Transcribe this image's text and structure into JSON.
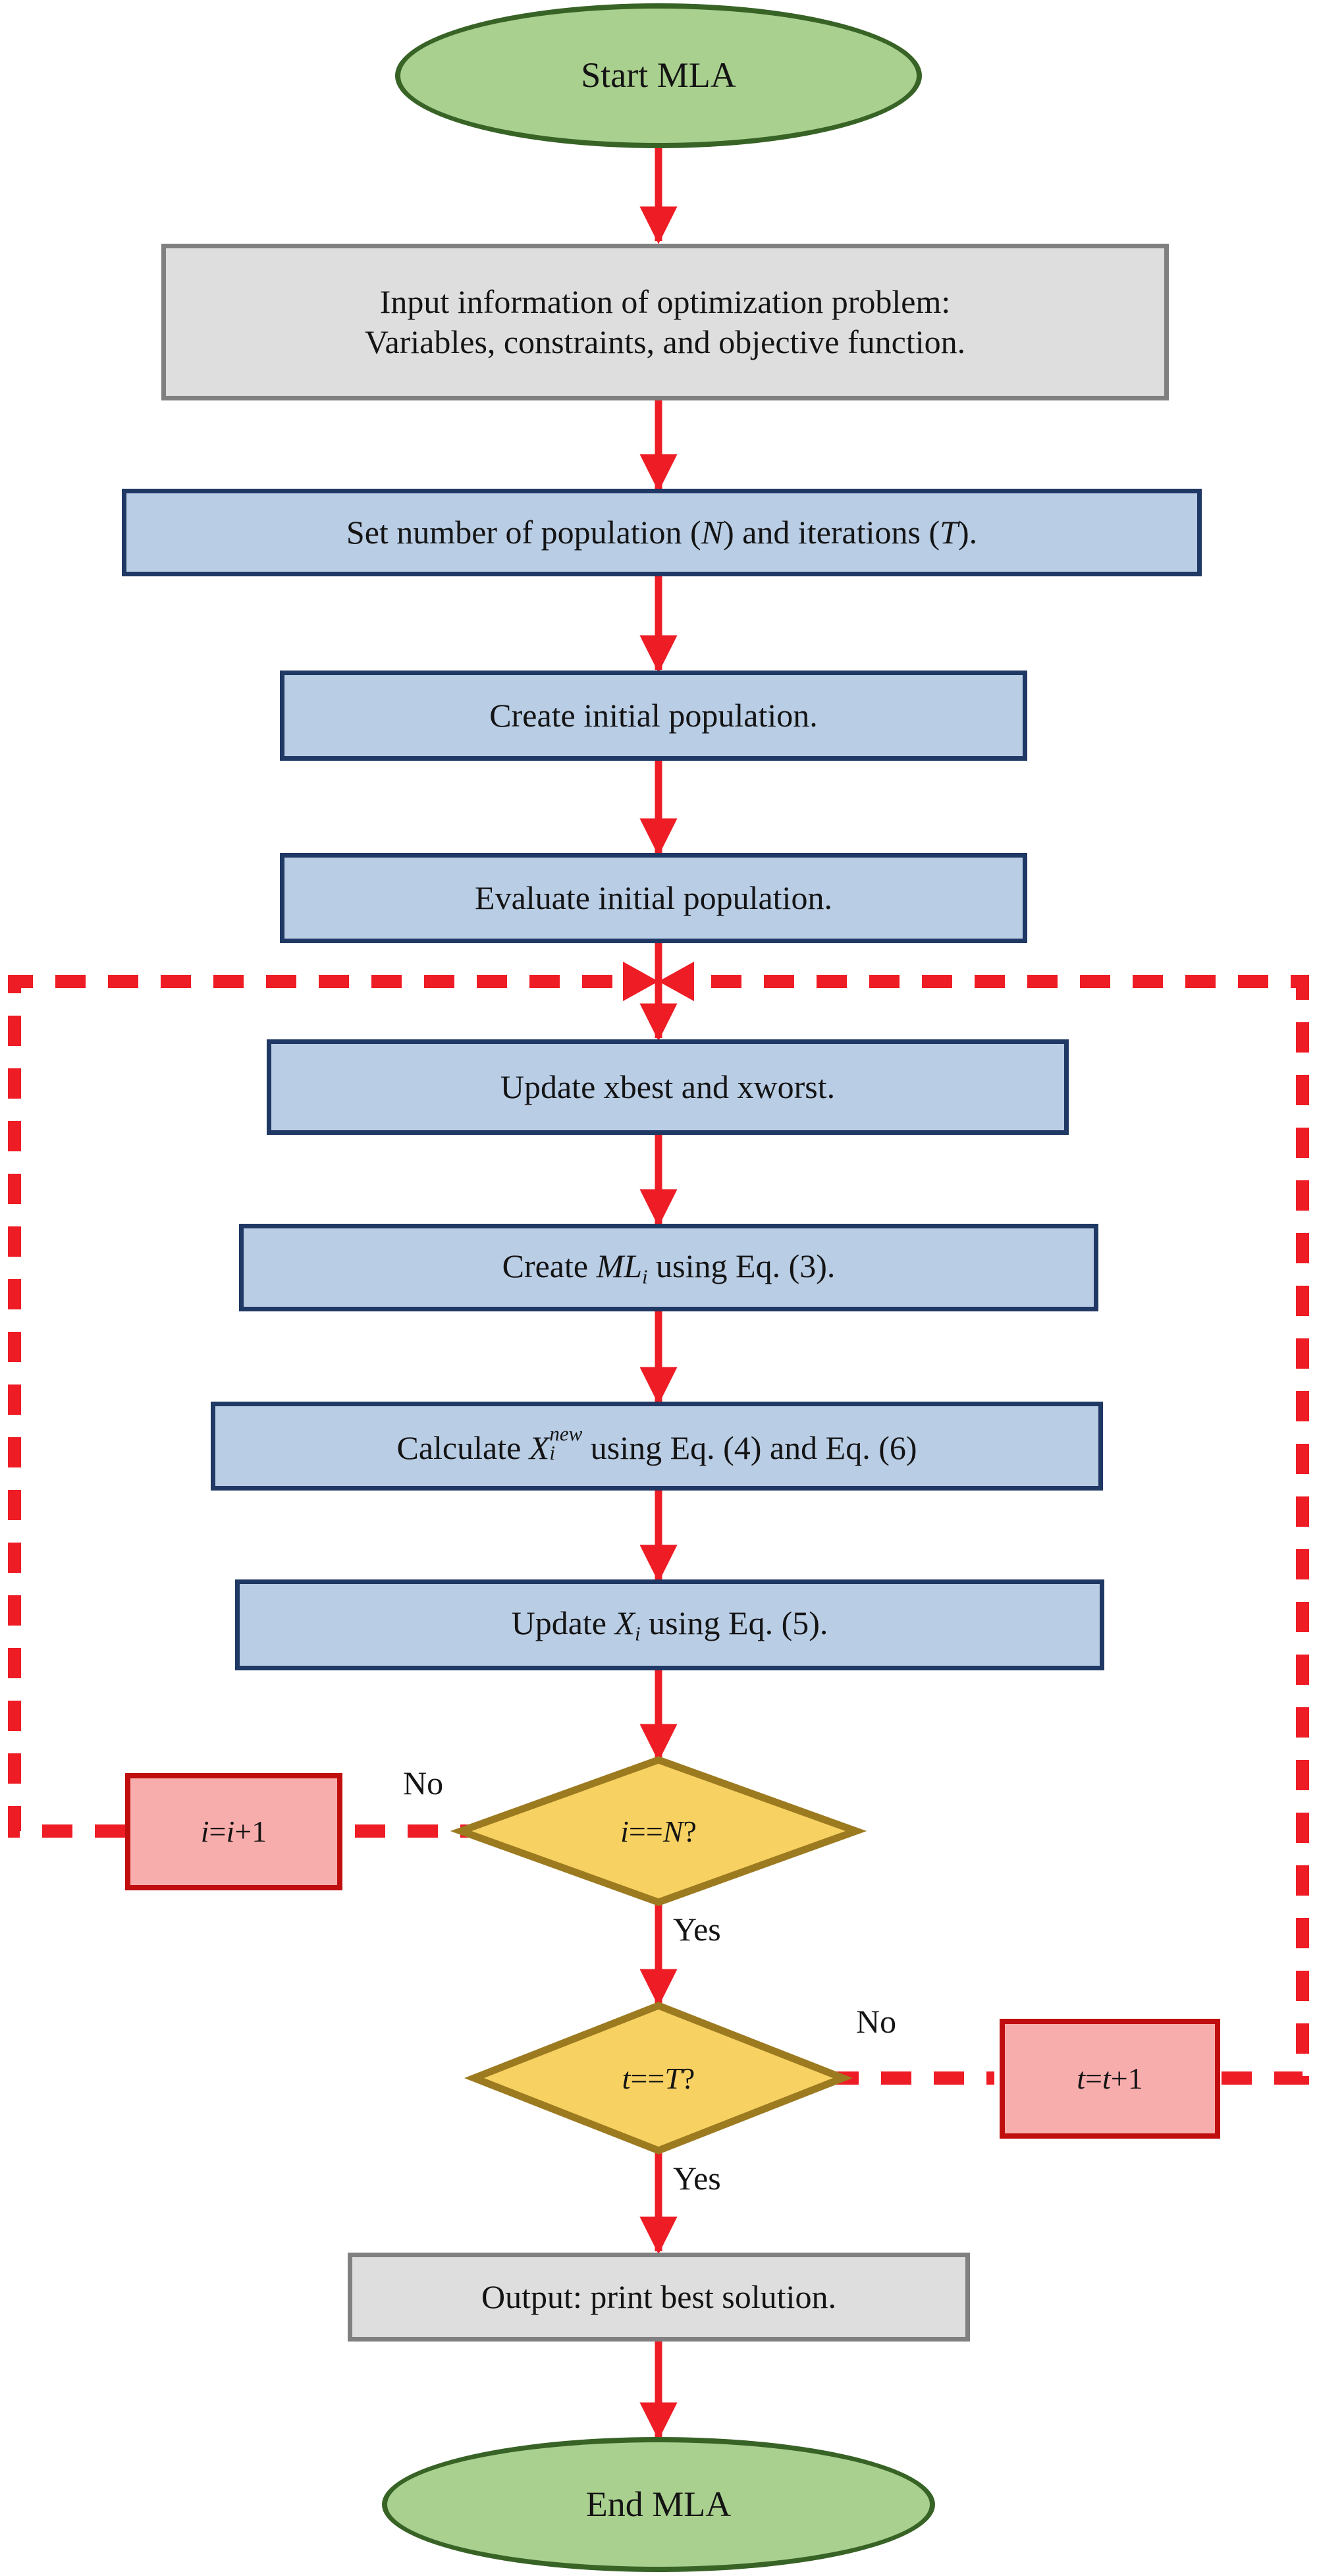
{
  "diagram": {
    "title": "MLA algorithm flowchart",
    "type": "flowchart"
  },
  "colors": {
    "arrow_red": "#EE1C25",
    "loop_dashed_red": "#EE1C25",
    "terminator_fill": "#A9D08E",
    "terminator_border": "#386326",
    "process_fill": "#B9CDE5",
    "process_border": "#1F3864",
    "io_fill": "#DEDEDE",
    "io_border": "#808080",
    "decision_fill": "#F7D263",
    "decision_border": "#9C7A1F",
    "increment_fill": "#F8ADAD",
    "increment_border": "#C00E0E",
    "text": "#141414",
    "background": "#FFFFFF"
  },
  "nodes": {
    "start": {
      "label": "Start MLA",
      "shape": "ellipse"
    },
    "input": {
      "label_line1": "Input information of optimization problem:",
      "label_line2": "Variables, constraints, and objective function.",
      "shape": "rect-io"
    },
    "set_np": {
      "label_pre": "Set number of population (",
      "var_n": "N",
      "label_mid": ") and iterations (",
      "var_t": "T",
      "label_post": ").",
      "shape": "rect-process"
    },
    "create_pop": {
      "label": "Create initial population.",
      "shape": "rect-process"
    },
    "evaluate_pop": {
      "label": "Evaluate initial population.",
      "shape": "rect-process"
    },
    "update_best": {
      "label": "Update xbest and xworst.",
      "shape": "rect-process"
    },
    "create_ml": {
      "label_pre": "Create ",
      "var_ml": "ML",
      "var_ml_sub": "i",
      "label_post": " using Eq. (3).",
      "shape": "rect-process"
    },
    "calculate_x": {
      "label_pre": "Calculate ",
      "var_x": "X",
      "var_x_sub": "i",
      "var_x_sup": "new",
      "label_post": " using Eq. (4) and Eq. (6)",
      "shape": "rect-process"
    },
    "update_x": {
      "label_pre": "Update ",
      "var_x": "X",
      "var_x_sub": "i",
      "label_post": " using Eq. (5).",
      "shape": "rect-process"
    },
    "decision_i": {
      "label_pre": "i",
      "label_op": "==",
      "label_var": "N",
      "label_post": "?",
      "shape": "diamond"
    },
    "decision_t": {
      "label_pre": "t",
      "label_op": "==",
      "label_var": "T",
      "label_post": "?",
      "shape": "diamond"
    },
    "inc_i": {
      "label_a": "i",
      "label_eq": "=",
      "label_b": "i",
      "label_plus": "+1",
      "shape": "rect-increment"
    },
    "inc_t": {
      "label_a": "t",
      "label_eq": "=",
      "label_b": "t",
      "label_plus": "+1",
      "shape": "rect-increment"
    },
    "output": {
      "label": "Output: print best solution.",
      "shape": "rect-io"
    },
    "end": {
      "label": "End MLA",
      "shape": "ellipse"
    }
  },
  "edge_labels": {
    "no_i": "No",
    "yes_i": "Yes",
    "no_t": "No",
    "yes_t": "Yes"
  },
  "loop_regions": {
    "inner_loop": {
      "note": "dashed red rectangle enclosing per-individual update steps"
    },
    "outer_loop": {
      "note": "dashed red path returning from t=t+1 to loop entry"
    }
  }
}
